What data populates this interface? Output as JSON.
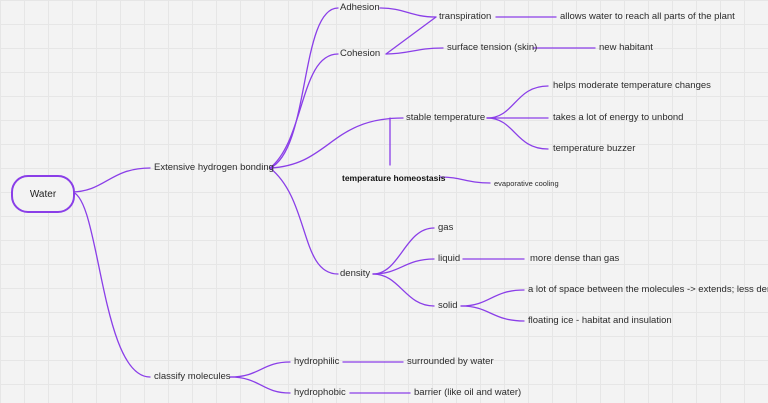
{
  "root": "Water",
  "nodes": {
    "hbond": "Extensive hydrogen bonding",
    "adhesion": "Adhesion",
    "cohesion": "Cohesion",
    "transpiration": "transpiration",
    "allows_water": "allows water to reach all parts of the plant",
    "surface_tension": "surface tension (skin)",
    "new_habitant": "new habitant",
    "stable_temp": "stable temperature",
    "moderate": "helps moderate temperature changes",
    "energy_unbond": "takes a lot of energy to unbond",
    "buzzer": "temperature buzzer",
    "homeostasis": "temperature homeostasis",
    "evaporative": "evaporative cooling",
    "density": "density",
    "gas": "gas",
    "liquid": "liquid",
    "more_dense": "more dense than gas",
    "solid": "solid",
    "space": "a lot of space between the molecules -> extends; less dense",
    "floating": "floating ice - habitat and insulation",
    "classify": "classify molecules",
    "hydrophilic": "hydrophilic",
    "surrounded": "surrounded by water",
    "hydrophobic": "hydrophobic",
    "barrier": "barrier (like oil and water)"
  },
  "colors": {
    "branch": "#8a3ee8",
    "grid": "#e6e6e6",
    "background": "#f3f3f3"
  }
}
